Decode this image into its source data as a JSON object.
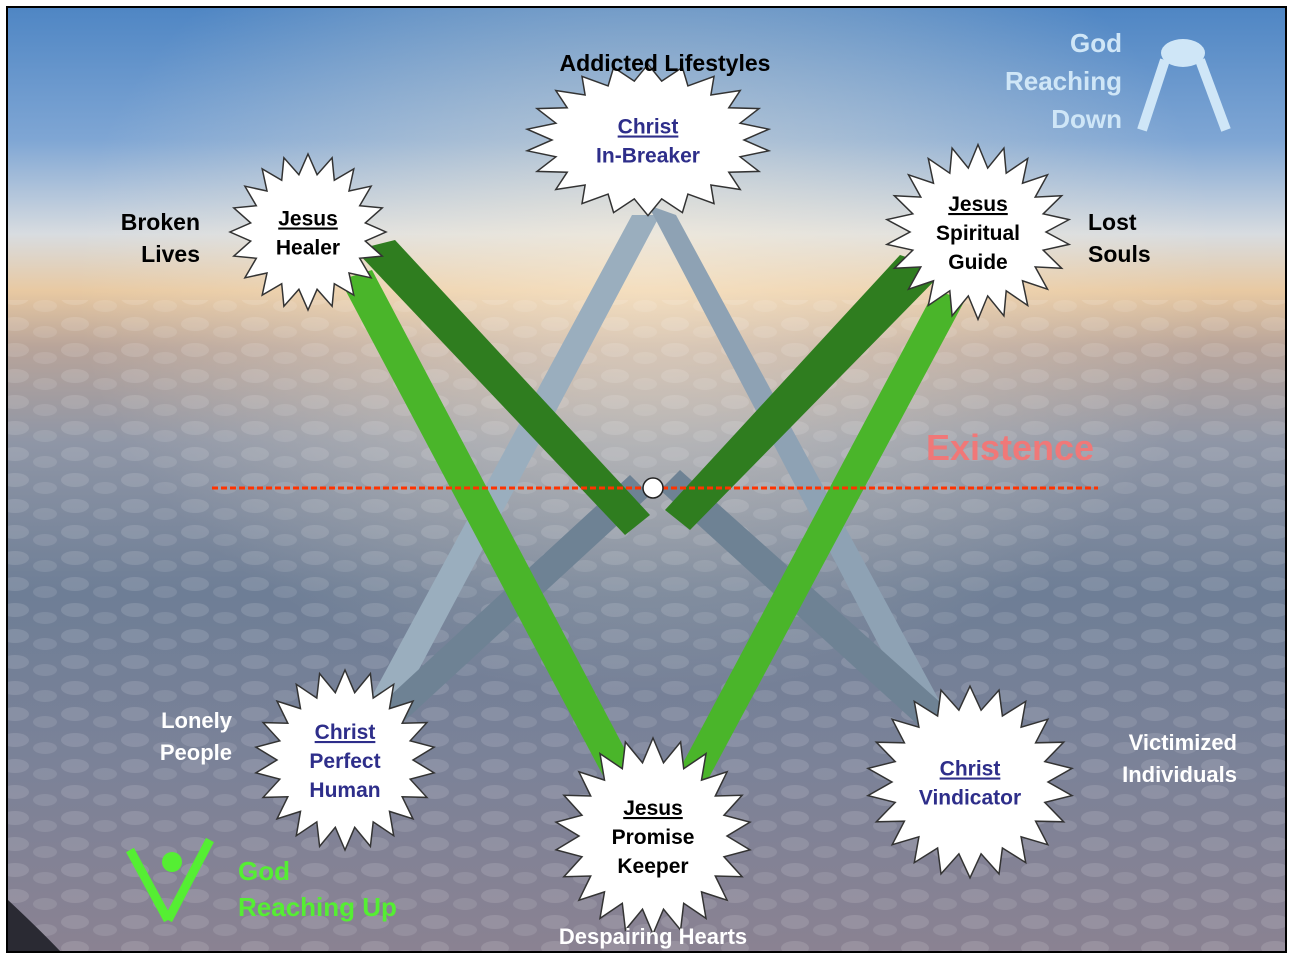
{
  "title": "Existence",
  "legend": {
    "god_down": [
      "God",
      "Reaching",
      "Down"
    ],
    "god_up": [
      "God",
      "Reaching Up"
    ]
  },
  "starbursts": {
    "top": {
      "line1": "Christ",
      "line2": "In-Breaker",
      "color": "#2e2e8a"
    },
    "top_left": {
      "line1": "Jesus",
      "line2": "Healer",
      "color": "#000000"
    },
    "top_right": {
      "line1": "Jesus",
      "line2": "Spiritual",
      "line3": "Guide",
      "color": "#000000"
    },
    "bottom_left": {
      "line1": "Christ",
      "line2": "Perfect",
      "line3": "Human",
      "color": "#2e2e8a"
    },
    "bottom_center": {
      "line1": "Jesus",
      "line2": "Promise",
      "line3": "Keeper",
      "color": "#000000"
    },
    "bottom_right": {
      "line1": "Christ",
      "line2": "Vindicator",
      "color": "#2e2e8a"
    }
  },
  "outer_labels": {
    "top": "Addicted Lifestyles",
    "top_left": [
      "Broken",
      "Lives"
    ],
    "top_right": [
      "Lost",
      "Souls"
    ],
    "bottom_left": [
      "Lonely",
      "People"
    ],
    "bottom_center": "Despairing Hearts",
    "bottom_right": [
      "Victimized",
      "Individuals"
    ]
  },
  "colors": {
    "green": "#4ab52a",
    "dark_green": "#2f7d1f",
    "grey_blue": "#9aaebe",
    "dark_grey_blue": "#6e8294",
    "existence_line": "#ff3300",
    "existence_text": "#f07878",
    "god_down_color": "#cfe6f7",
    "god_up_color": "#55ee33"
  }
}
